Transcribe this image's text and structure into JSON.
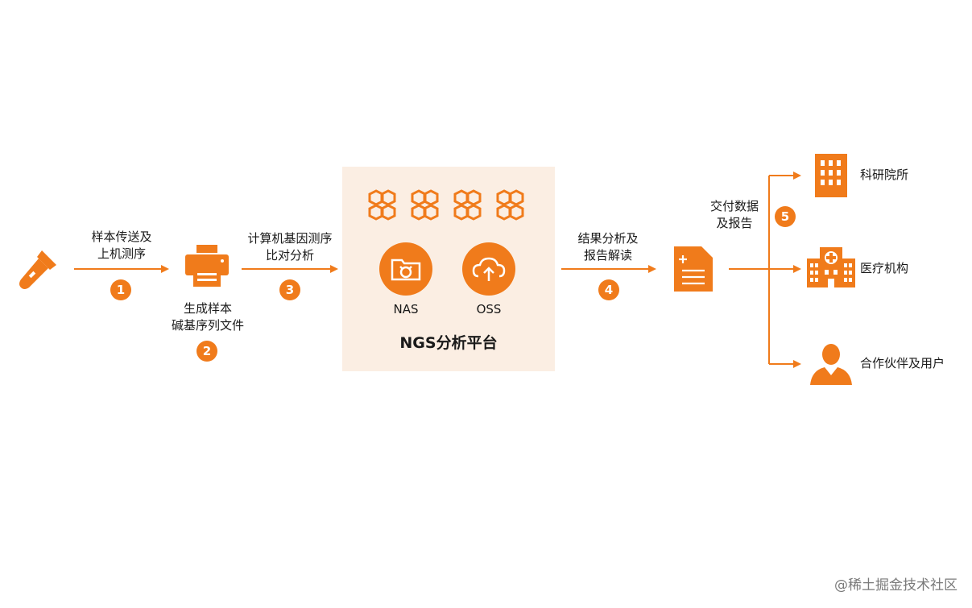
{
  "accent_color": "#f07b1b",
  "platform_bg": "#fbeee3",
  "steps": {
    "s1": {
      "number": "1",
      "label": "样本传送及\n上机测序"
    },
    "s2": {
      "number": "2",
      "label": "生成样本\n碱基序列文件"
    },
    "s3": {
      "number": "3",
      "label": "计算机基因测序\n比对分析"
    },
    "s4": {
      "number": "4",
      "label": "结果分析及\n报告解读"
    },
    "s5": {
      "number": "5",
      "label": "交付数据\n及报告"
    }
  },
  "platform": {
    "title": "NGS分析平台",
    "services": [
      {
        "label": "NAS",
        "icon": "nas-folder-icon"
      },
      {
        "label": "OSS",
        "icon": "oss-cloud-icon"
      }
    ],
    "cluster_icons": [
      "hexagon-cluster-icon",
      "hexagon-cluster-icon",
      "hexagon-cluster-icon",
      "hexagon-cluster-icon"
    ]
  },
  "recipients": [
    {
      "label": "科研院所",
      "icon": "building-icon"
    },
    {
      "label": "医疗机构",
      "icon": "hospital-icon"
    },
    {
      "label": "合作伙伴及用户",
      "icon": "user-icon"
    }
  ],
  "watermark": "@稀土掘金技术社区"
}
